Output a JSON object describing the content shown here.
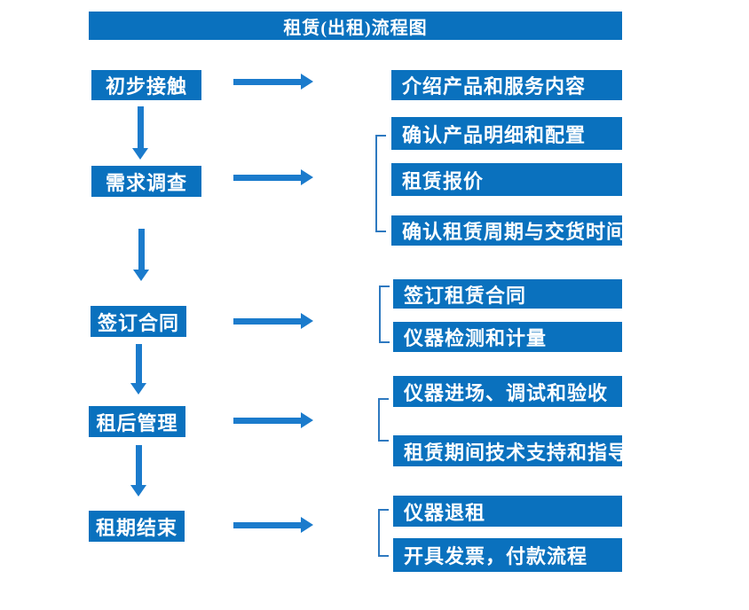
{
  "title": "租赁(出租)流程图",
  "colors": {
    "box": "#0A71BE",
    "arrow": "#1B7BCC",
    "bracket": "#2E79C0",
    "text": "#FFFFFF",
    "background": "#FFFFFF"
  },
  "stages": [
    {
      "label": "初步接触",
      "outputs": [
        "介绍产品和服务内容"
      ]
    },
    {
      "label": "需求调查",
      "outputs": [
        "确认产品明细和配置",
        "租赁报价",
        "确认租赁周期与交货时间"
      ]
    },
    {
      "label": "签订合同",
      "outputs": [
        "签订租赁合同",
        "仪器检测和计量"
      ]
    },
    {
      "label": "租后管理",
      "outputs": [
        "仪器进场、调试和验收",
        "租赁期间技术支持和指导"
      ]
    },
    {
      "label": "租期结束",
      "outputs": [
        "仪器退租",
        "开具发票，付款流程"
      ]
    }
  ]
}
